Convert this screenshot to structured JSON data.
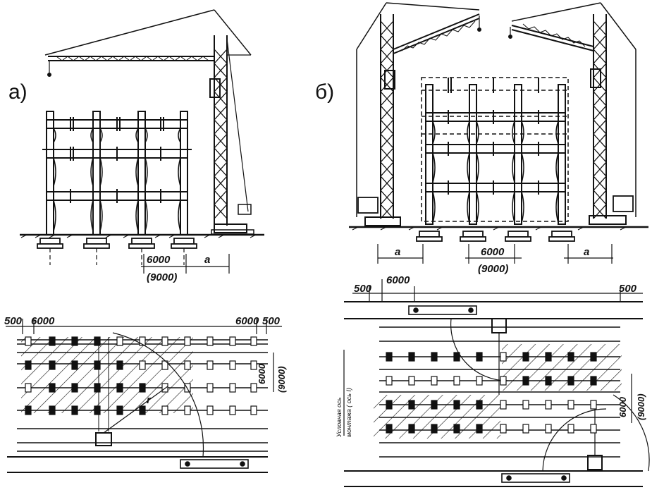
{
  "panels": {
    "a": {
      "label": "а)"
    },
    "b": {
      "label": "б)"
    }
  },
  "dims": {
    "a_span": "6000",
    "a_span_alt": "(9000)",
    "a_dist": "a",
    "a_plan_left_margin": "500",
    "a_plan_left_step": "6000",
    "a_plan_right_step": "6000",
    "a_plan_right_margin": "500",
    "a_plan_side_1": "6000",
    "a_plan_side_2": "(9000)",
    "a_plan_radius": "r",
    "b_dist_left": "a",
    "b_span": "6000",
    "b_span_alt": "(9000)",
    "b_dist_right": "a",
    "b_plan_left_margin": "500",
    "b_plan_step": "6000",
    "b_plan_right_margin": "500",
    "b_plan_side_1": "6000",
    "b_plan_side_2": "(9000)",
    "b_plan_note_1": "Условная ось",
    "b_plan_note_2": "монтажа ( ось I)"
  },
  "colors": {
    "ink": "#111111",
    "paper": "#ffffff"
  }
}
